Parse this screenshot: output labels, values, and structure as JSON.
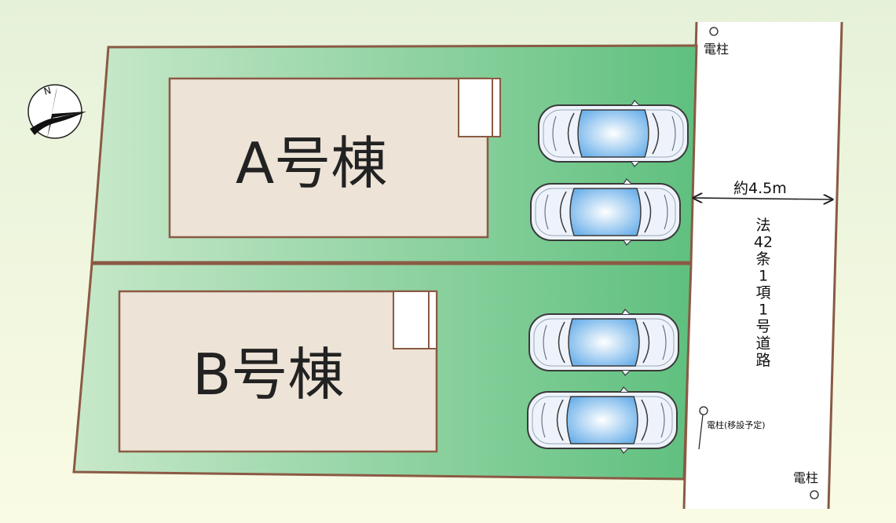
{
  "buildings": {
    "a": {
      "label": "A号棟"
    },
    "b": {
      "label": "B号棟"
    }
  },
  "road": {
    "width_label": "約4.5m",
    "type_label": [
      "法",
      "42",
      "条",
      "1",
      "項",
      "1",
      "号",
      "道",
      "路"
    ]
  },
  "poles": {
    "top": "電柱",
    "relocate": "電柱(移設予定)",
    "bottom": "電柱"
  },
  "compass": {
    "north": "N"
  },
  "colors": {
    "lot_green_dark": "#5fc07f",
    "lot_green_light": "#c7e8c9",
    "building_fill": "#ede3d7",
    "outline_brown": "#8a5a44",
    "car_body": "#eef3fb",
    "car_glass": "#6fb2ea"
  }
}
